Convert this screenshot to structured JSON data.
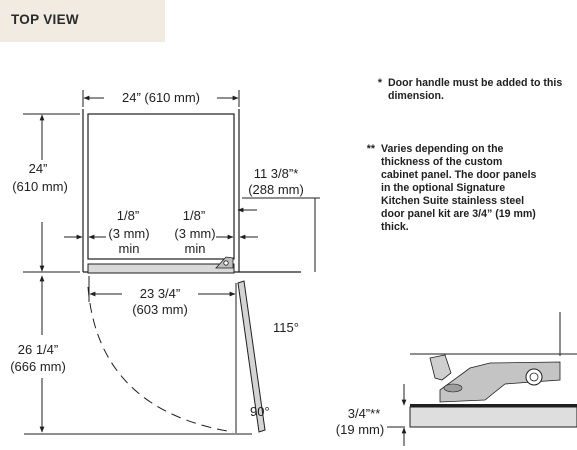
{
  "header": {
    "title": "TOP VIEW"
  },
  "notes": [
    {
      "marker": "*",
      "text": "Door handle must be added to this dimension."
    },
    {
      "marker": "**",
      "text": "Varies depending on the thickness of the custom cabinet panel. The door panels in the optional Signature Kitchen Suite stainless steel door panel kit are 3/4” (19 mm) thick."
    }
  ],
  "dimensions": {
    "width_top": "24” (610 mm)",
    "depth_left": [
      "24”",
      "(610 mm)"
    ],
    "gap_left": [
      "1/8”",
      "(3 mm)",
      "min"
    ],
    "gap_right": [
      "1/8”",
      "(3 mm)",
      "min"
    ],
    "side_right": [
      "11 3/8”*",
      "(288 mm)"
    ],
    "door_width": [
      "23 3/4”",
      "(603 mm)"
    ],
    "swing_depth": [
      "26 1/4”",
      "(666 mm)"
    ],
    "angle_115": "115°",
    "angle_90": "90°",
    "panel_thickness": [
      "3/4”**",
      "(19 mm)"
    ]
  }
}
